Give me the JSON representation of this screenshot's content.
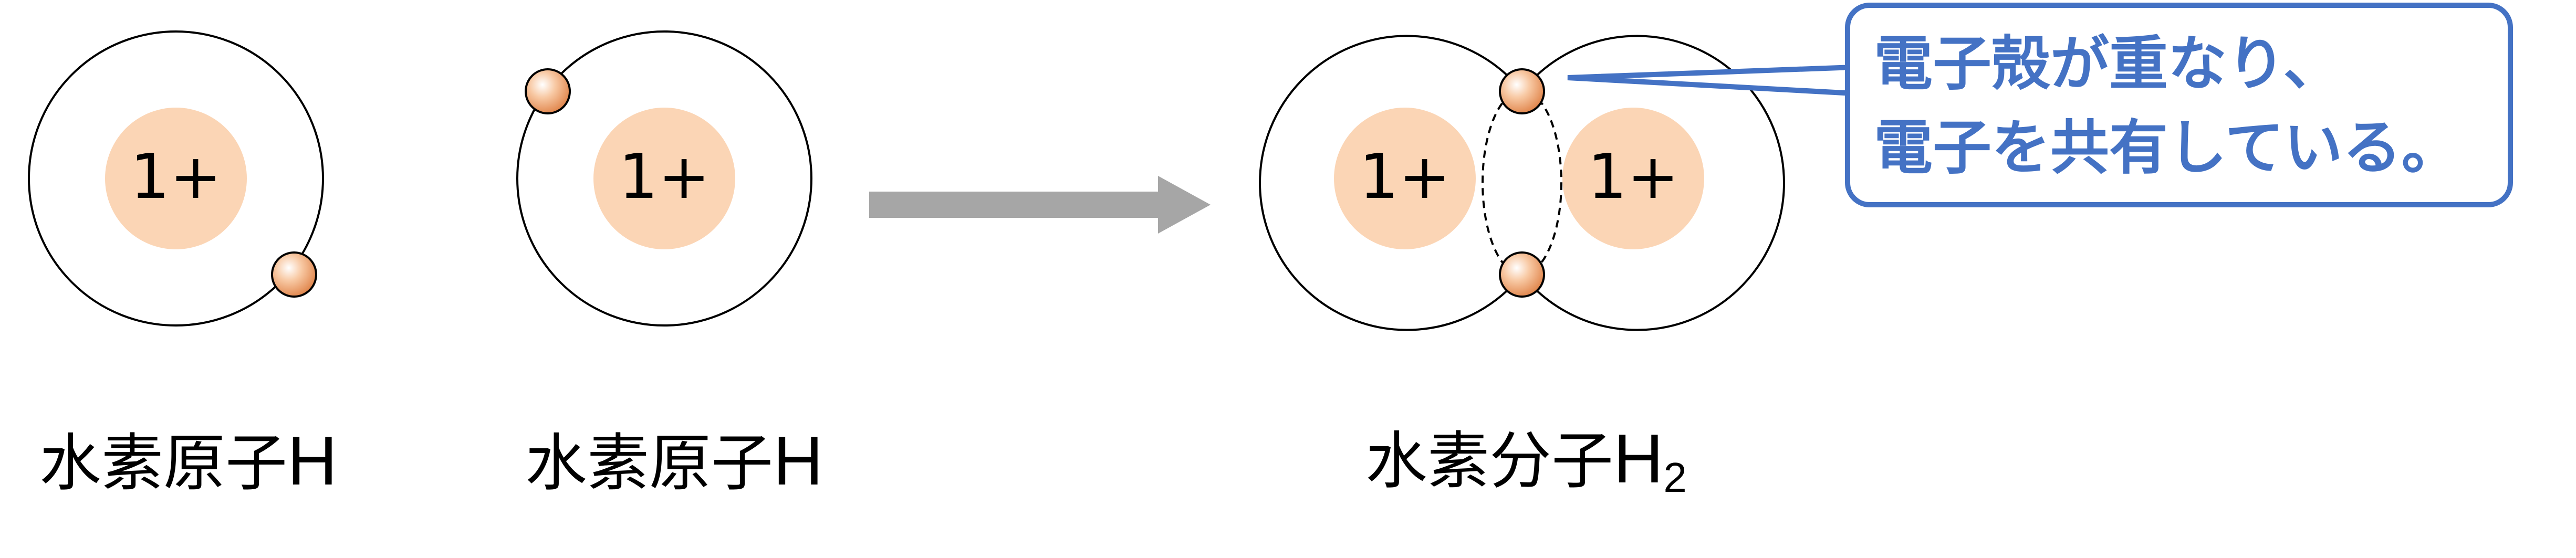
{
  "atom_left": {
    "nucleus_label": "1+",
    "caption_text": "水素原子",
    "caption_symbol": "H"
  },
  "atom_middle": {
    "nucleus_label": "1+",
    "caption_text": "水素原子",
    "caption_symbol": "H"
  },
  "molecule": {
    "nucleus_left_label": "1+",
    "nucleus_right_label": "1+",
    "caption_text": "水素分子",
    "caption_symbol": "H",
    "caption_subscript": "2"
  },
  "callout": {
    "line1": "電子殻が重なり、",
    "line2": "電子を共有している。"
  },
  "colors": {
    "nucleus": "#fbd5b5",
    "electron": "#f4b183",
    "arrow": "#a6a6a6",
    "callout_border": "#4472c4",
    "callout_text": "#4472c4"
  }
}
